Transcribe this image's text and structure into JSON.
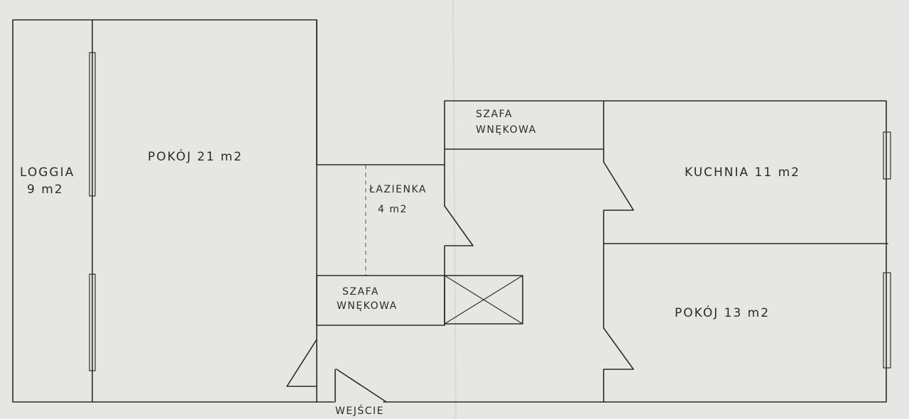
{
  "rooms": {
    "loggia": {
      "name": "LOGGIA",
      "area": "9 m2"
    },
    "room_large": {
      "name": "POKÓJ 21 m2"
    },
    "wardrobe_top": {
      "line1": "SZAFA",
      "line2": "WNĘKOWA"
    },
    "bathroom": {
      "name": "ŁAZIENKA",
      "area": "4 m2"
    },
    "wardrobe_hall": {
      "line1": "SZAFA",
      "line2": "WNĘKOWA"
    },
    "kitchen": {
      "name": "KUCHNIA 11 m2"
    },
    "room_small": {
      "name": "POKÓJ 13 m2"
    }
  },
  "entrance": {
    "label": "WEJŚCIE"
  }
}
